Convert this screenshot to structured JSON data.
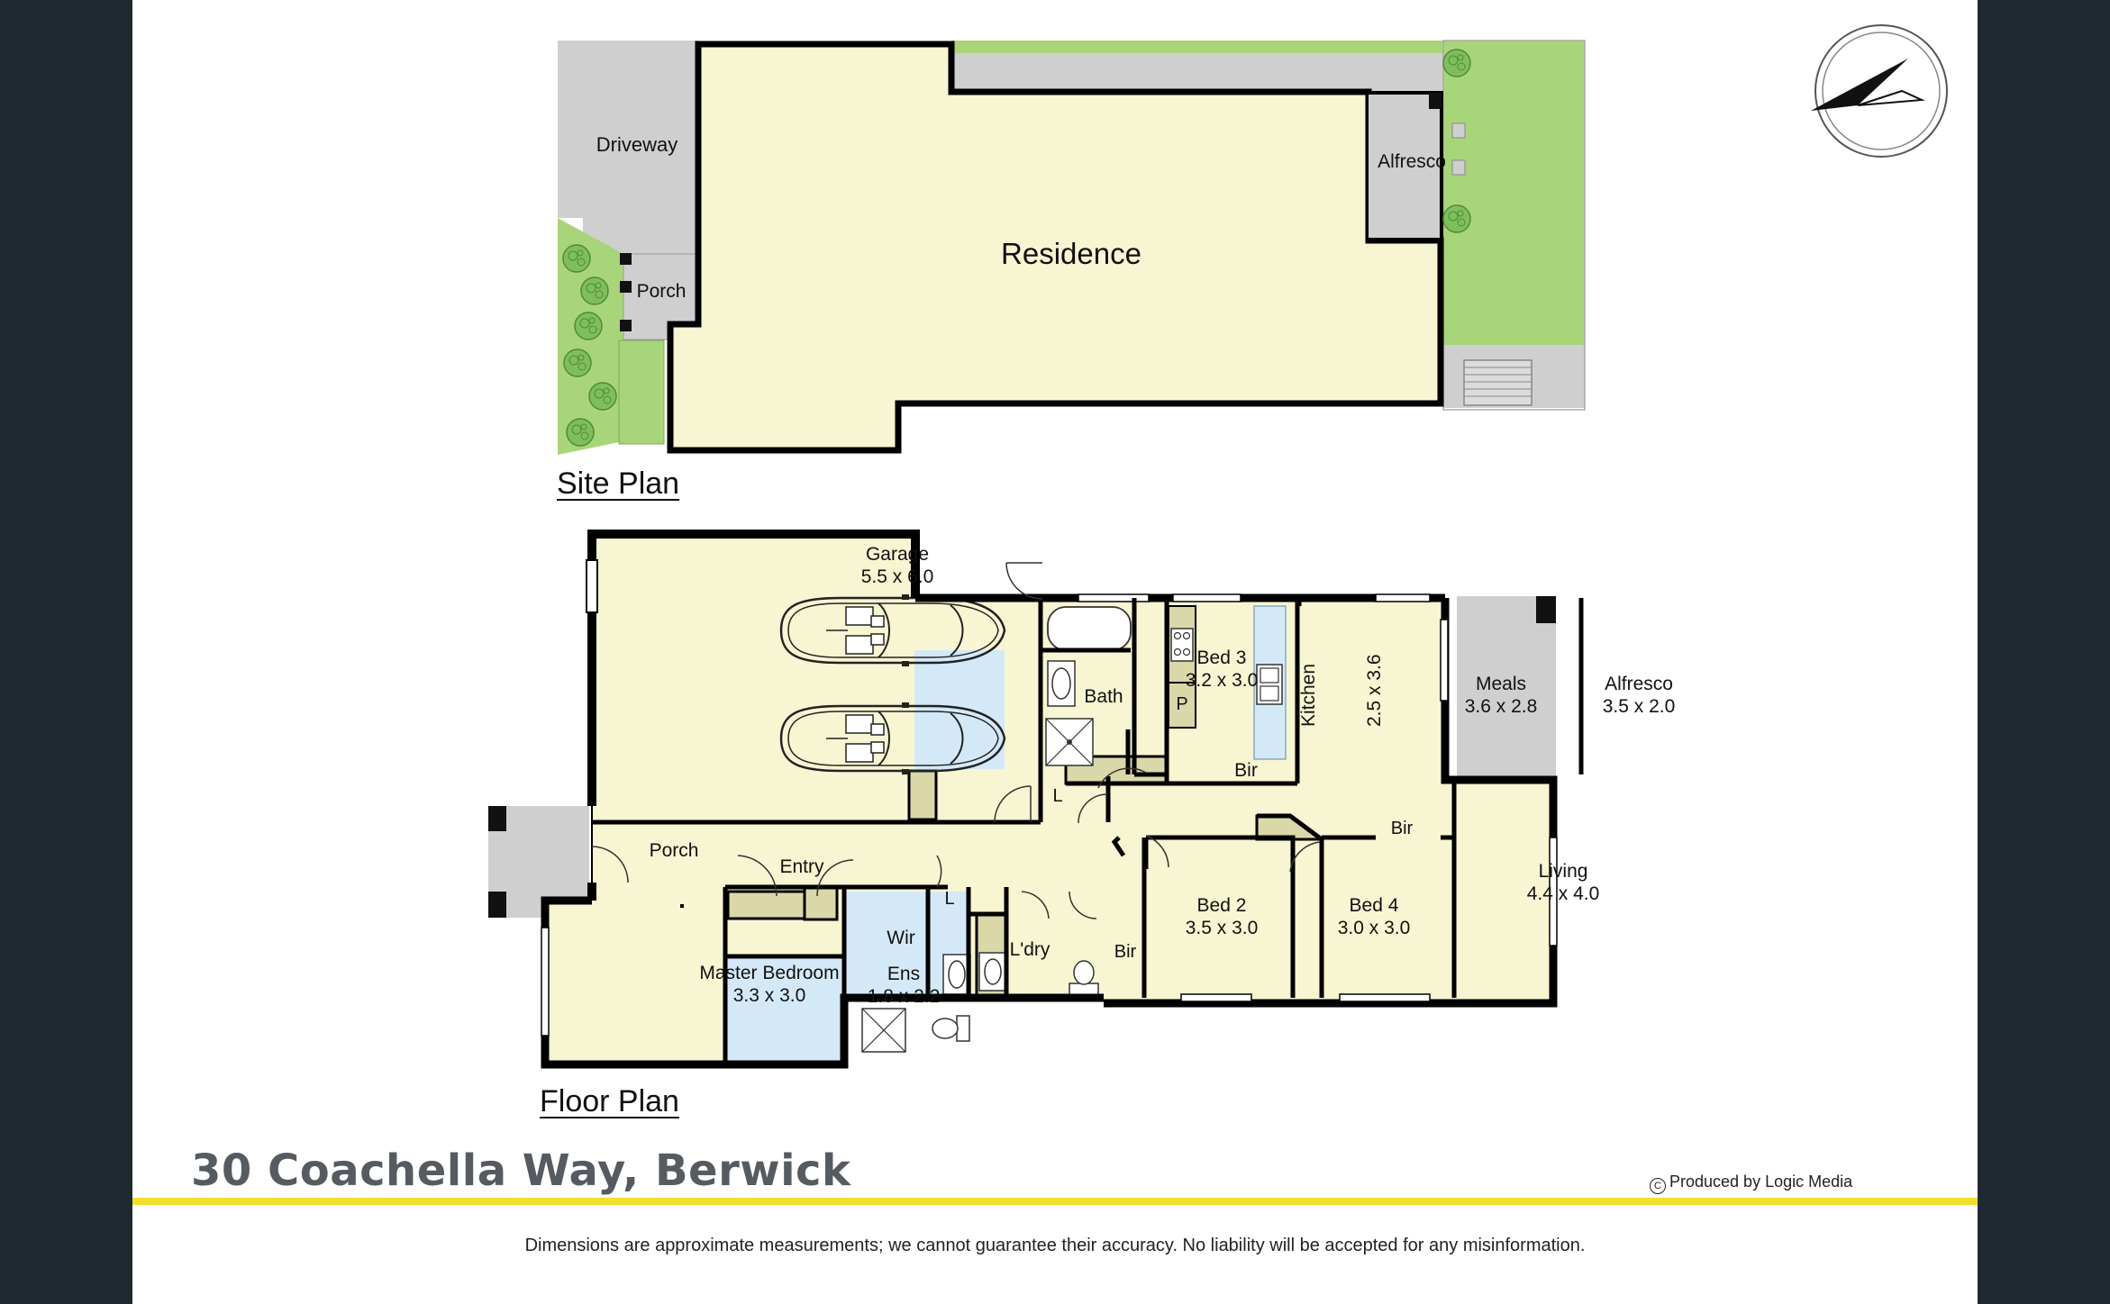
{
  "site_plan": {
    "heading": "Site Plan",
    "labels": {
      "driveway": "Driveway",
      "porch": "Porch",
      "residence": "Residence",
      "alfresco": "Alfresco"
    }
  },
  "floor_plan": {
    "heading": "Floor Plan",
    "rooms": {
      "garage": {
        "name": "Garage",
        "size": "5.5 x 6.0"
      },
      "bath": {
        "name": "Bath"
      },
      "bed3": {
        "name": "Bed 3",
        "size": "3.2 x 3.0"
      },
      "bir1": {
        "name": "Bir"
      },
      "kitchen": {
        "name": "Kitchen",
        "size": "2.5 x 3.6"
      },
      "pantry": {
        "name": "P"
      },
      "meals": {
        "name": "Meals",
        "size": "3.6 x 2.8"
      },
      "alfresco": {
        "name": "Alfresco",
        "size": "3.5 x 2.0"
      },
      "linen1": {
        "name": "L"
      },
      "porch": {
        "name": "Porch"
      },
      "entry": {
        "name": "Entry"
      },
      "linen2": {
        "name": "L"
      },
      "wir": {
        "name": "Wir"
      },
      "master": {
        "name": "Master Bedroom",
        "size": "3.3 x 3.0"
      },
      "ens": {
        "name": "Ens",
        "size": "1.8 x 2.2"
      },
      "laundry": {
        "name": "L'dry"
      },
      "bir2": {
        "name": "Bir"
      },
      "bed2": {
        "name": "Bed 2",
        "size": "3.5 x 3.0"
      },
      "bir3": {
        "name": "Bir"
      },
      "bed4": {
        "name": "Bed 4",
        "size": "3.0 x 3.0"
      },
      "living": {
        "name": "Living",
        "size": "4.4 x 4.0"
      }
    }
  },
  "footer": {
    "address": "30 Coachella Way, Berwick",
    "producer": "Produced by Logic Media",
    "copyright_symbol": "C",
    "disclaimer": "Dimensions are approximate measurements; we cannot guarantee their accuracy. No liability will be accepted for any misinformation."
  },
  "colors": {
    "room_fill": "#f7f5d2",
    "wet_area_fill": "#d4e9f7",
    "paving": "#cfcfcf",
    "lawn": "#a9d57a",
    "cabinet": "#dad8a8",
    "wall": "#000000",
    "page_background": "#1f2a30",
    "accent_rule": "#f2e12c"
  },
  "icons": [
    "compass-icon",
    "car-icon",
    "bathtub-icon",
    "shower-icon",
    "toilet-icon",
    "vanity-basin-icon",
    "cooktop-icon",
    "sink-icon",
    "shrub-icon",
    "copyright-icon"
  ]
}
